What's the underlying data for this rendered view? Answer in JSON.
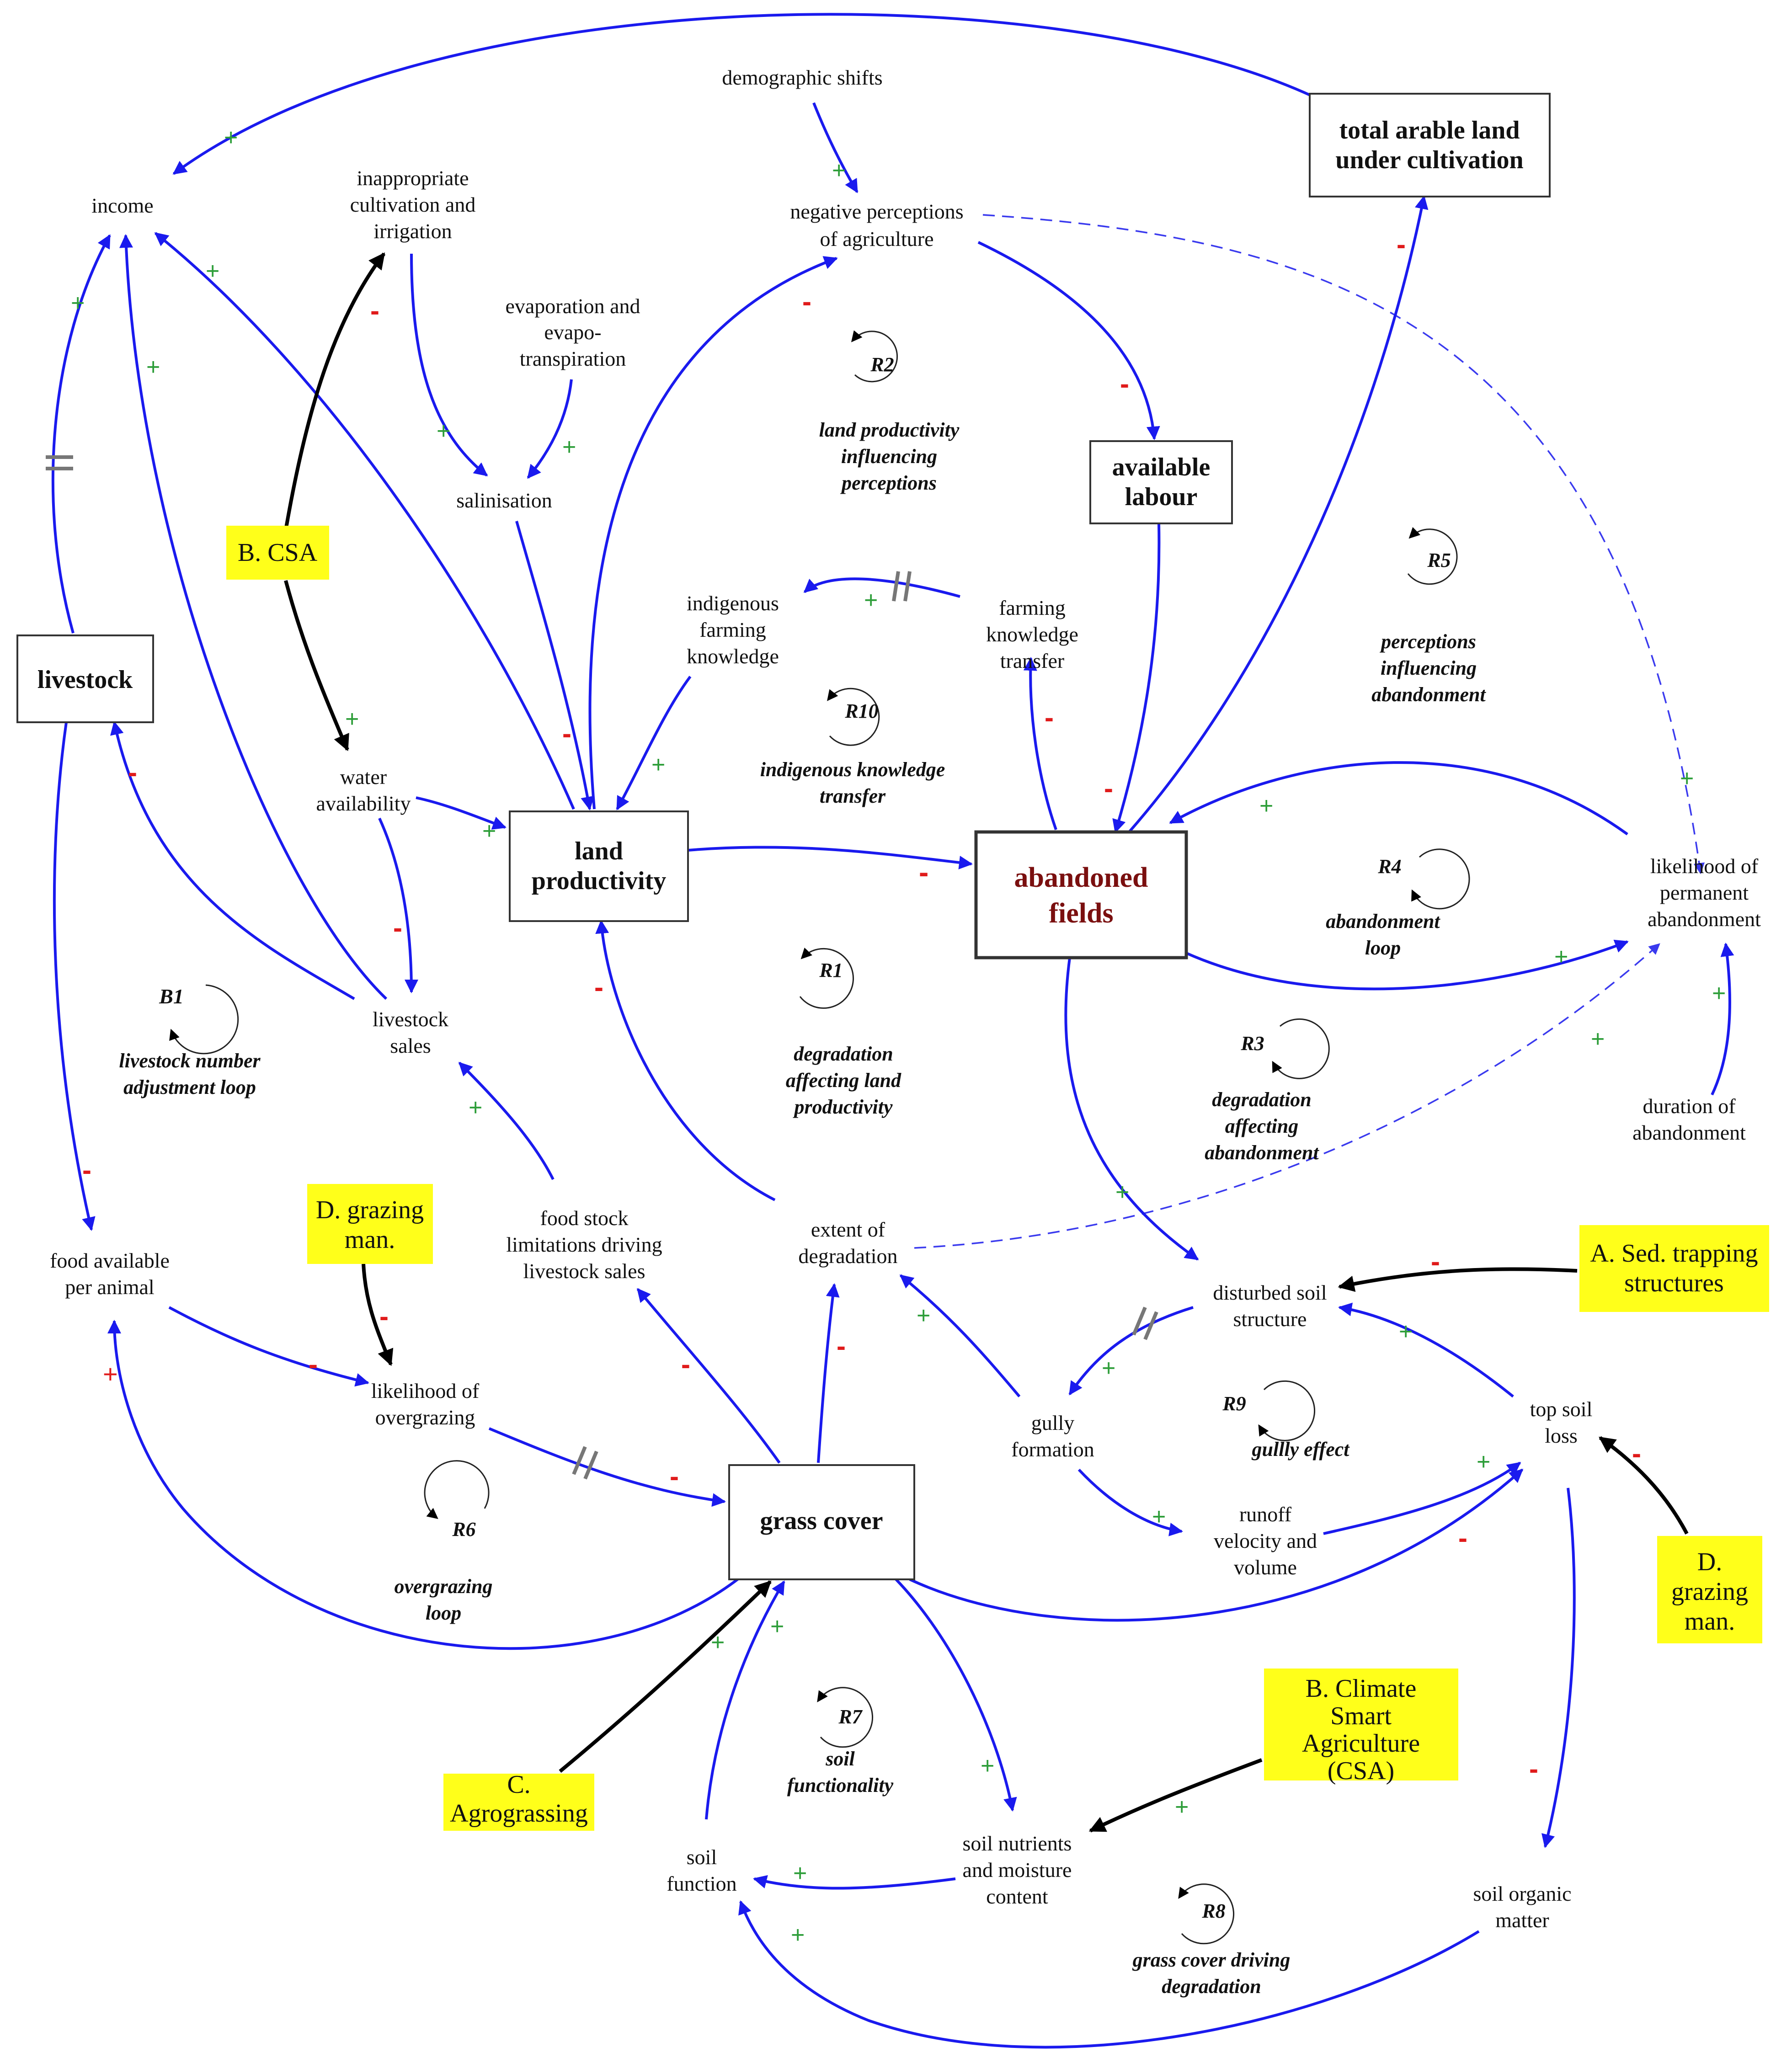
{
  "nodes": {
    "income": "income",
    "inappropriate_1": "inappropriate",
    "inappropriate_2": "cultivation and",
    "inappropriate_3": "irrigation",
    "demographic": "demographic shifts",
    "neg_perc_1": "negative perceptions",
    "neg_perc_2": "of agriculture",
    "arable_1": "total arable land",
    "arable_2": "under cultivation",
    "evap_1": "evaporation and",
    "evap_2": "evapo-",
    "evap_3": "transpiration",
    "salinisation": "salinisation",
    "available_1": "available",
    "available_2": "labour",
    "csa_short": "B. CSA",
    "indig_1": "indigenous",
    "indig_2": "farming",
    "indig_3": "knowledge",
    "fkt_1": "farming",
    "fkt_2": "knowledge",
    "fkt_3": "transfer",
    "livestock": "livestock",
    "water_1": "water",
    "water_2": "availability",
    "landprod_1": "land",
    "landprod_2": "productivity",
    "abandoned_1": "abandoned",
    "abandoned_2": "fields",
    "likelihood_perm_1": "likelihood of",
    "likelihood_perm_2": "permanent",
    "likelihood_perm_3": "abandonment",
    "sales_1": "livestock",
    "sales_2": "sales",
    "duration_1": "duration of",
    "duration_2": "abandonment",
    "grazing_man_1a": "D. grazing",
    "grazing_man_1b": "man.",
    "foodstock_1": "food stock",
    "foodstock_2": "limitations driving",
    "foodstock_3": "livestock sales",
    "extent_1": "extent of",
    "extent_2": "degradation",
    "food_avail_1": "food available",
    "food_avail_2": "per animal",
    "disturbed_1": "disturbed soil",
    "disturbed_2": "structure",
    "sed_1": "A. Sed. trapping",
    "sed_2": "structures",
    "overgrazing_1": "likelihood of",
    "overgrazing_2": "overgrazing",
    "gully_1": "gully",
    "gully_2": "formation",
    "topsoil_1": "top soil",
    "topsoil_2": "loss",
    "grass": "grass cover",
    "runoff_1": "runoff",
    "runoff_2": "velocity and",
    "runoff_3": "volume",
    "grazing_man_2a": "D.",
    "grazing_man_2b": "grazing",
    "grazing_man_2c": "man.",
    "csa_long_1": "B. Climate",
    "csa_long_2": "Smart",
    "csa_long_3": "Agriculture",
    "csa_long_4": "(CSA)",
    "agro_1": "C.",
    "agro_2": "Agrograssing",
    "soilfn_1": "soil",
    "soilfn_2": "function",
    "nutrients_1": "soil nutrients",
    "nutrients_2": "and moisture",
    "nutrients_3": "content",
    "organic_1": "soil organic",
    "organic_2": "matter"
  },
  "loops": {
    "R2_id": "R2",
    "R2_1": "land productivity",
    "R2_2": "influencing",
    "R2_3": "perceptions",
    "R5_id": "R5",
    "R5_1": "perceptions",
    "R5_2": "influencing",
    "R5_3": "abandonment",
    "R10_id": "R10",
    "R10_1": "indigenous knowledge",
    "R10_2": "transfer",
    "R4_id": "R4",
    "R4_1": "abandonment",
    "R4_2": "loop",
    "B1_id": "B1",
    "B1_1": "livestock number",
    "B1_2": "adjustment loop",
    "R1_id": "R1",
    "R1_1": "degradation",
    "R1_2": "affecting land",
    "R1_3": "productivity",
    "R3_id": "R3",
    "R3_1": "degradation",
    "R3_2": "affecting",
    "R3_3": "abandonment",
    "R9_id": "R9",
    "R9_1": "gullly effect",
    "R6_id": "R6",
    "R6_1": "overgrazing",
    "R6_2": "loop",
    "R7_id": "R7",
    "R7_1": "soil",
    "R7_2": "functionality",
    "R8_id": "R8",
    "R8_1": "grass cover driving",
    "R8_2": "degradation"
  },
  "polarity": {
    "plus": "+",
    "minus": "-"
  },
  "colors": {
    "link": "#1a1aee",
    "positive": "#2e9e3a",
    "negative": "#e01b1b",
    "highlight": "#ffff1a",
    "abandoned_text": "#7a0f0f"
  }
}
